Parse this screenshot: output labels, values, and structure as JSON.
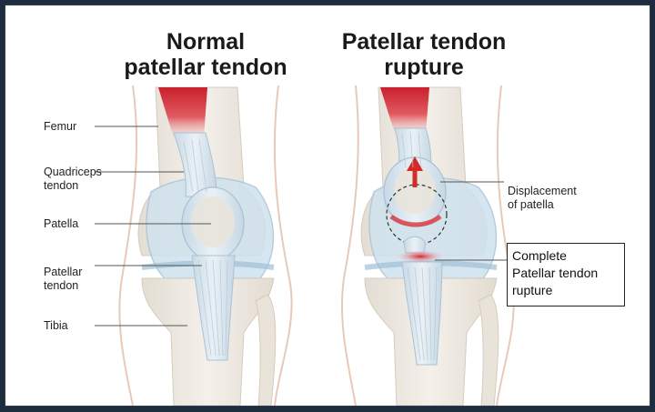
{
  "titles": {
    "left": "Normal\npatellar tendon",
    "right": "Patellar tendon\nrupture"
  },
  "labels": {
    "femur": "Femur",
    "quadriceps": "Quadriceps\ntendon",
    "patella": "Patella",
    "patellar_tendon": "Patellar\ntendon",
    "tibia": "Tibia",
    "displacement": "Displacement\nof patella",
    "complete_rupture": "Complete\nPatellar tendon\nrupture"
  },
  "colors": {
    "bone": "#ece7df",
    "cartilage": "#cfe2ee",
    "tendon": "#dfe9f1",
    "muscle": "#d9333b",
    "arrow": "#d42a2a",
    "leader": "#555555"
  }
}
